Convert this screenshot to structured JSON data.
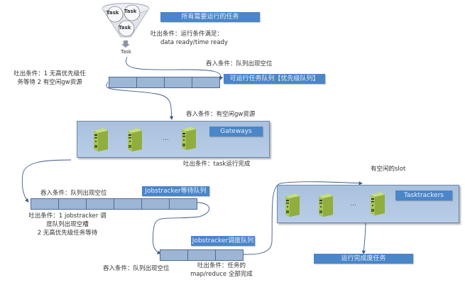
{
  "funnel": {
    "task_labels": [
      "Task",
      "Task",
      "Task"
    ],
    "output_label": "Task"
  },
  "labels": {
    "all_tasks": "所有需要运行的任务",
    "runnable_queue": "可运行任务队列【优先级队列】",
    "gateways": "Gateways",
    "jobstracker_wait_queue": "Jobstracker等待队列",
    "jobstracker_sched_queue": "Jobstracker调度队列",
    "tasktrackers": "Tasktrackers",
    "completed_tasks": "运行完成度任务"
  },
  "conditions": {
    "run_ready_line1": "吐出条件：运行条件满足：",
    "run_ready_line2": "data ready/time ready",
    "enter_queue_slot_1": "吞入条件：队列出现空位",
    "exit_runnable_line1": "吐出条件：1 无高优先级任",
    "exit_runnable_line2": "务等待 2 有空闲gw资源",
    "enter_gw": "吞入条件：有空闲gw资源",
    "exit_gw": "吐出条件：task运行完成",
    "enter_queue_slot_2": "吞入条件：队列出现空位",
    "exit_wait_line1": "吐出条件：1 jobstracker 调",
    "exit_wait_line2": "度队列出现空槽",
    "exit_wait_line3": "2 无高优先级任务等待",
    "enter_queue_slot_3": "吞入条件：队列出现空位",
    "exit_sched_line1": "吐出条件：任务的",
    "exit_sched_line2": "map/reduce 全部完成",
    "free_slot": "有空闲的slot"
  },
  "ellipsis": "…",
  "colors": {
    "tag_blue": "#4a86c8",
    "queue_fill": "#9db6d6",
    "panel_fill": "#b0c7e2",
    "server_green": "#9cbd4a",
    "connector": "#3d5a86"
  }
}
